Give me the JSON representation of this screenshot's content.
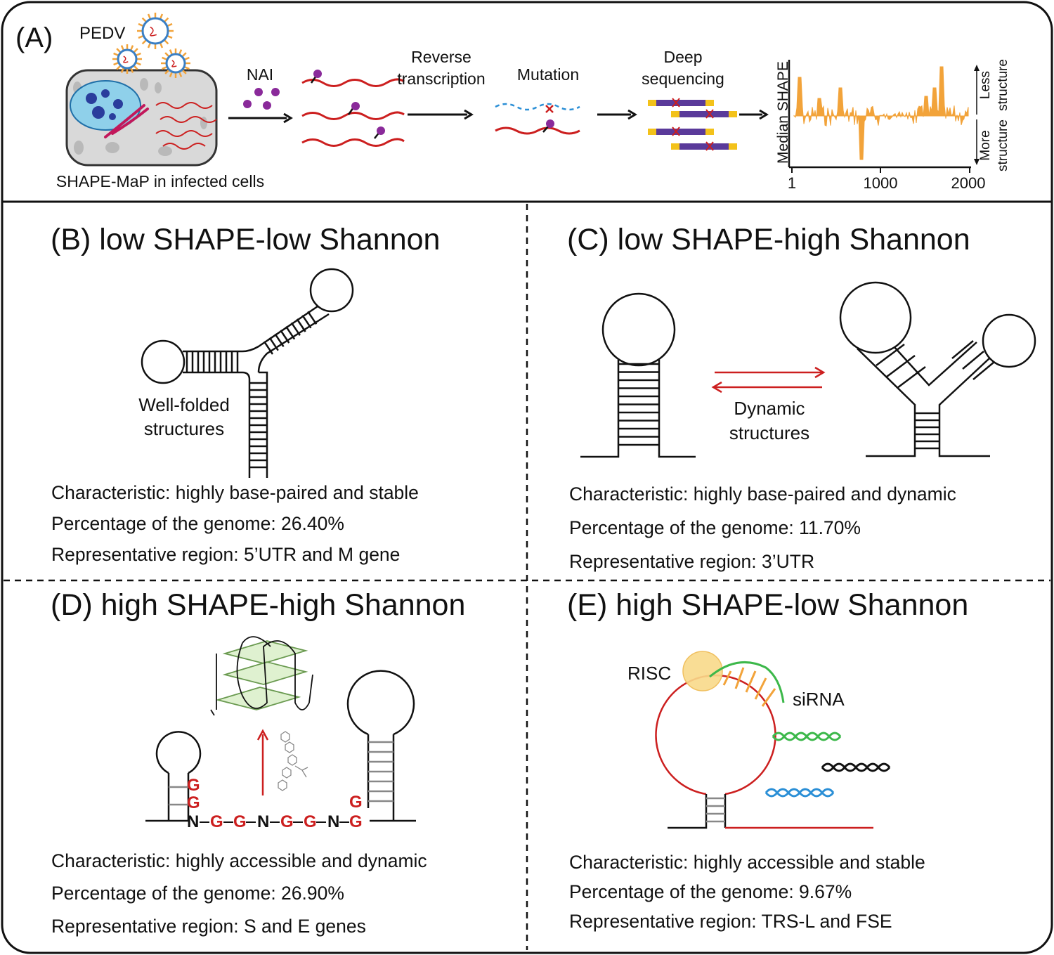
{
  "colors": {
    "rna_red": "#cc1f1f",
    "nai_purple": "#8a2a9a",
    "shape_orange": "#f2a33a",
    "virus_ring": "#3a7fc4",
    "virus_spike": "#f2a33a",
    "cell_fill": "#d9d9d9",
    "nucleus_fill": "#8fd0ea",
    "nucleus_dot": "#2a3d9c",
    "seq_purple": "#5a3a9a",
    "seq_yellow": "#f3c21a",
    "risc_yellow": "#f8d98a",
    "sirna_green": "#3cb84a",
    "sirna_blue": "#2b8fd6",
    "pair_gray": "#888888",
    "g4_green": "#c9e8b0"
  },
  "panel_a": {
    "label": "(A)",
    "virus_label": "PEDV",
    "cell_caption": "SHAPE-MaP in infected cells",
    "nai_label": "NAI",
    "rt_label_1": "Reverse",
    "rt_label_2": "transcription",
    "mutation_label": "Mutation",
    "seq_label_1": "Deep",
    "seq_label_2": "sequencing",
    "y_axis_label": "Median SHAPE",
    "less_label_1": "Less",
    "less_label_2": "structure",
    "more_label_1": "More",
    "more_label_2": "structure",
    "x_ticks": [
      "1",
      "1000",
      "2000"
    ]
  },
  "panel_b": {
    "title": "(B) low SHAPE-low Shannon",
    "label_1": "Well-folded",
    "label_2": "structures",
    "characteristic": "Characteristic: highly base-paired and stable",
    "percentage": "Percentage of the genome: 26.40%",
    "region": "Representative region: 5’UTR and M gene"
  },
  "panel_c": {
    "title": "(C) low SHAPE-high Shannon",
    "label_1": "Dynamic",
    "label_2": "structures",
    "characteristic": "Characteristic: highly base-paired and dynamic",
    "percentage": "Percentage of the genome: 11.70%",
    "region": "Representative region: 3’UTR"
  },
  "panel_d": {
    "title": "(D) high SHAPE-high Shannon",
    "sequence": [
      "N",
      "G",
      "G",
      "N",
      "G",
      "G",
      "N",
      "G"
    ],
    "stem_g_left": [
      "G",
      "G"
    ],
    "stem_g_right": "G",
    "characteristic": "Characteristic: highly accessible and dynamic",
    "percentage": "Percentage of the genome: 26.90%",
    "region": "Representative region: S and E genes"
  },
  "panel_e": {
    "title": "(E) high SHAPE-low Shannon",
    "risc_label": "RISC",
    "sirna_label": "siRNA",
    "characteristic": "Characteristic: highly accessible and stable",
    "percentage": "Percentage of the genome: 9.67%",
    "region": "Representative region: TRS-L and FSE"
  }
}
